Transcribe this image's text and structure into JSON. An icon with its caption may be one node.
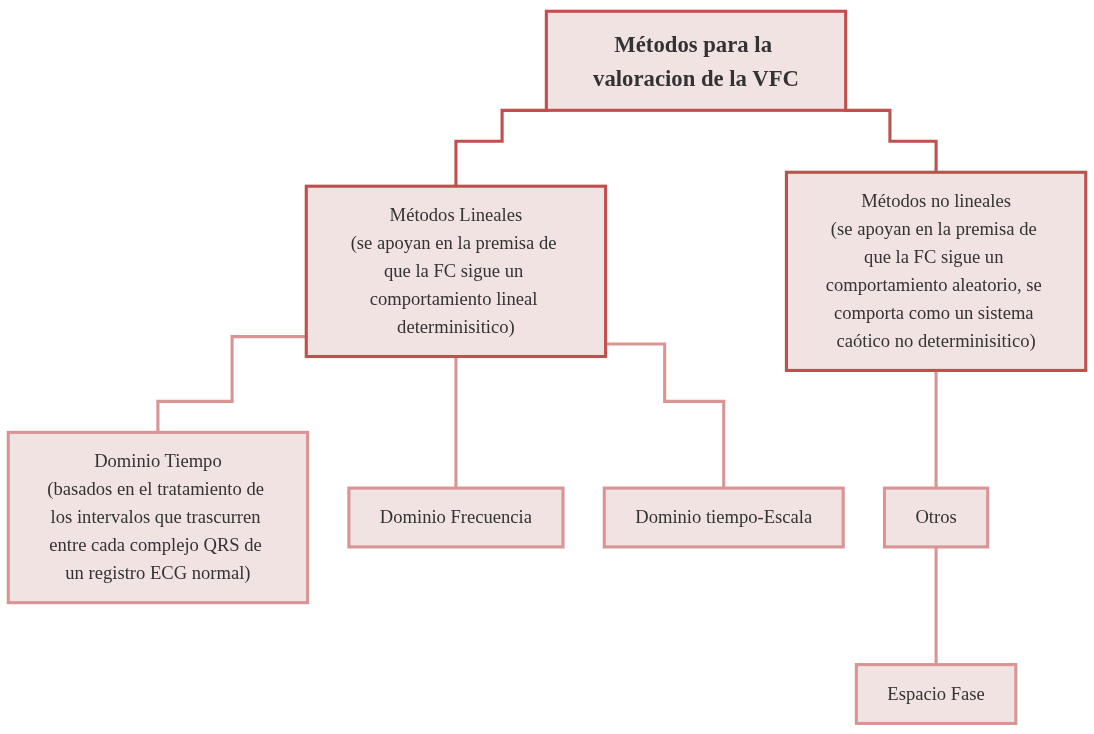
{
  "diagram": {
    "nodes": [
      {
        "text": [
          "Métodos para la valoracion de la VFC"
        ]
      },
      {
        "text": [
          "Métodos Lineales",
          "(se apoyan en la premisa de que la FC sigue un comportamiento lineal determinisitico)"
        ]
      },
      {
        "text": [
          "Métodos no lineales",
          "(se apoyan en la premisa de que la FC sigue un comportamiento aleatorio, se comporta como un sistema caótico no determinisitico)"
        ]
      },
      {
        "text": [
          "Dominio Tiempo",
          "(basados en el tratamiento de los intervalos que trascurren entre cada complejo QRS de un registro ECG normal)"
        ]
      },
      {
        "text": [
          "Dominio Frecuencia"
        ]
      },
      {
        "text": [
          "Dominio tiempo-Escala"
        ]
      },
      {
        "text": [
          "Otros"
        ]
      },
      {
        "text": [
          "Espacio Fase"
        ]
      }
    ],
    "edges": [
      {
        "from": 0,
        "to": 1,
        "arrow": "none",
        "color": "#c0504d"
      },
      {
        "from": 0,
        "to": 2,
        "arrow": "none",
        "color": "#c0504d"
      },
      {
        "from": 1,
        "to": 3,
        "arrow": "none"
      },
      {
        "from": 1,
        "to": 4,
        "arrow": "none"
      },
      {
        "from": 1,
        "to": 5,
        "arrow": "none"
      },
      {
        "from": 2,
        "to": 6,
        "arrow": "none"
      },
      {
        "from": 6,
        "to": 7,
        "arrow": "none"
      }
    ]
  }
}
